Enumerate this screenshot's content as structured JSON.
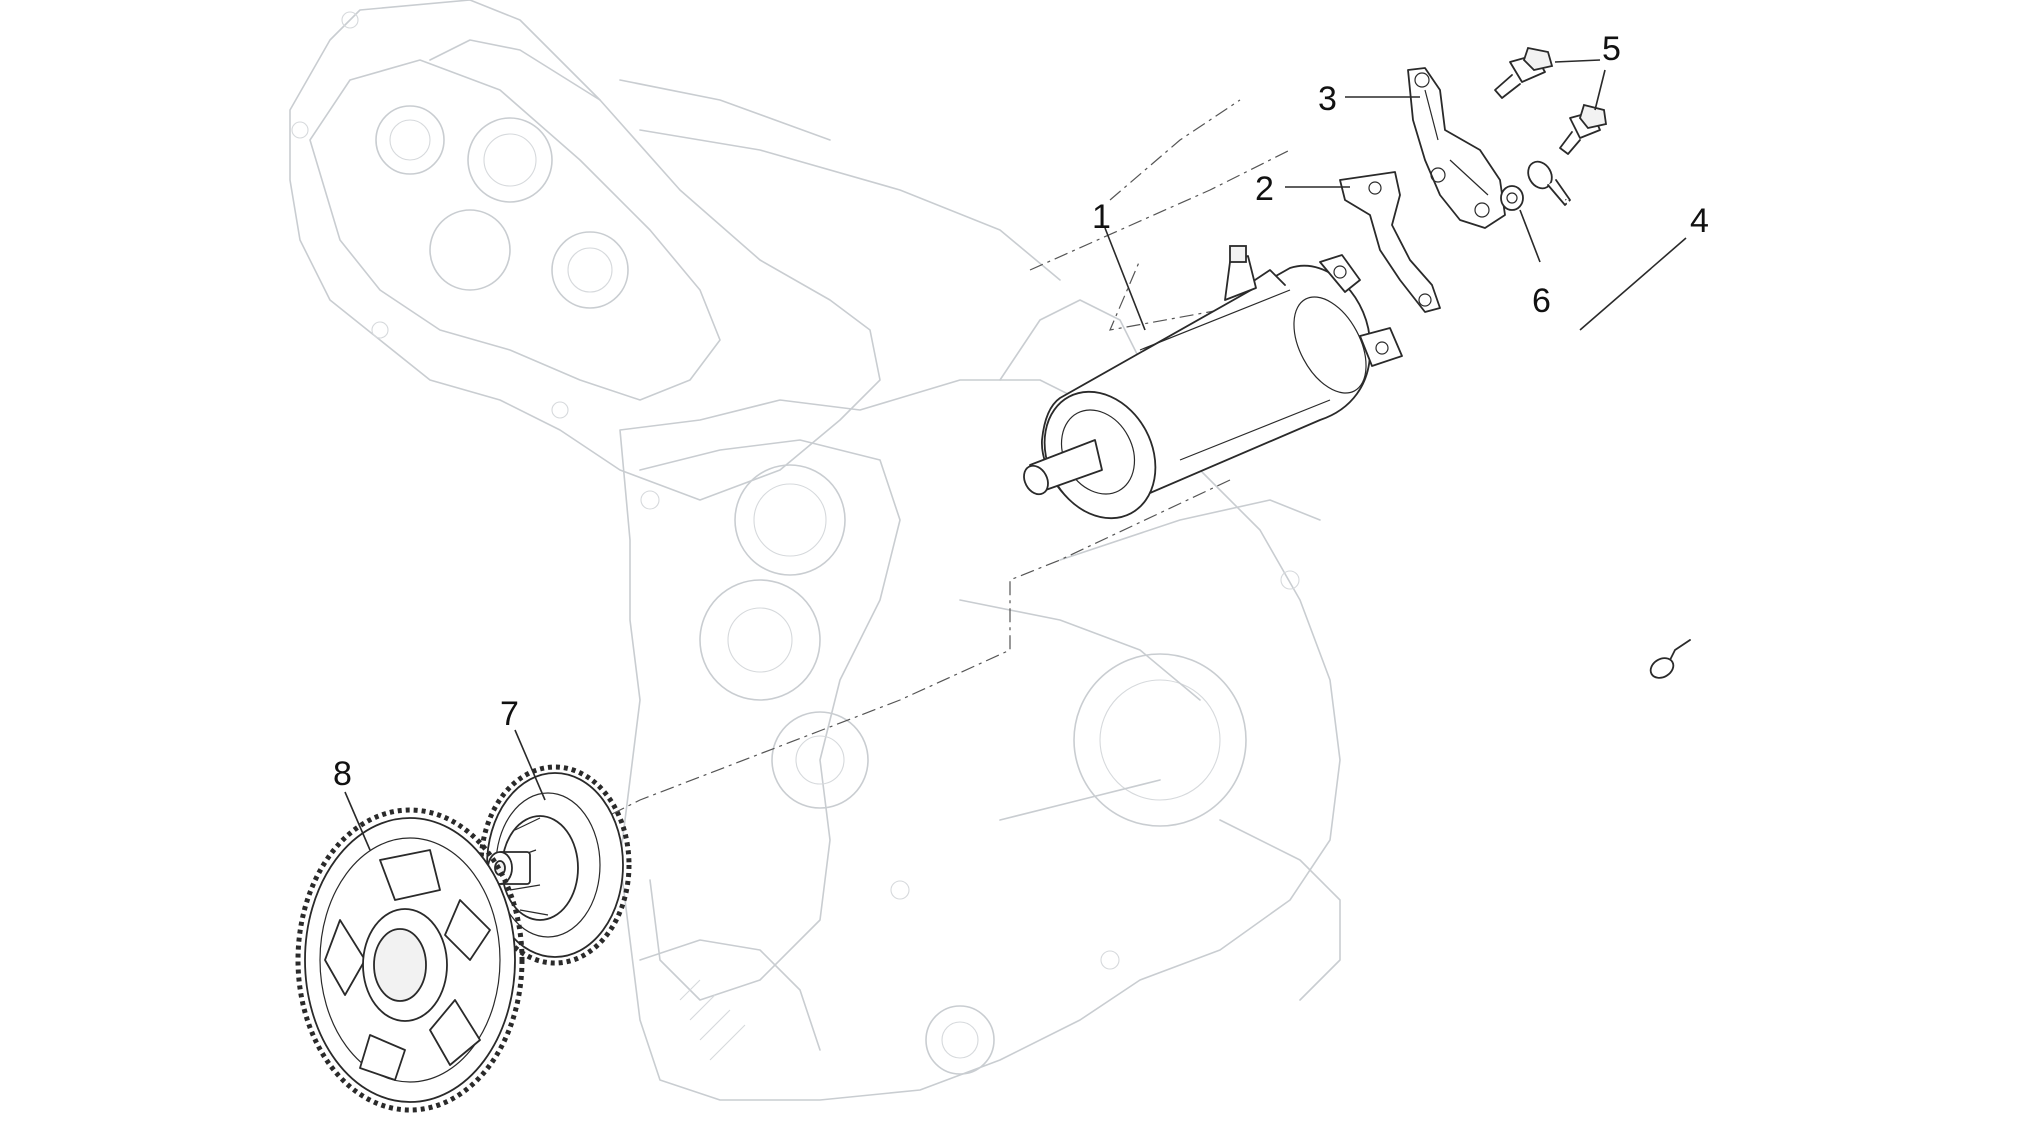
{
  "diagram": {
    "callouts": [
      {
        "label": "1",
        "part": "starter-motor"
      },
      {
        "label": "2",
        "part": "support-bracket"
      },
      {
        "label": "3",
        "part": "mounting-plate"
      },
      {
        "label": "4",
        "part": "ground-cable"
      },
      {
        "label": "5",
        "part": "flange-screw"
      },
      {
        "label": "6",
        "part": "washer"
      },
      {
        "label": "7",
        "part": "intermediate-gear"
      },
      {
        "label": "8",
        "part": "starter-driven-gear"
      }
    ]
  }
}
